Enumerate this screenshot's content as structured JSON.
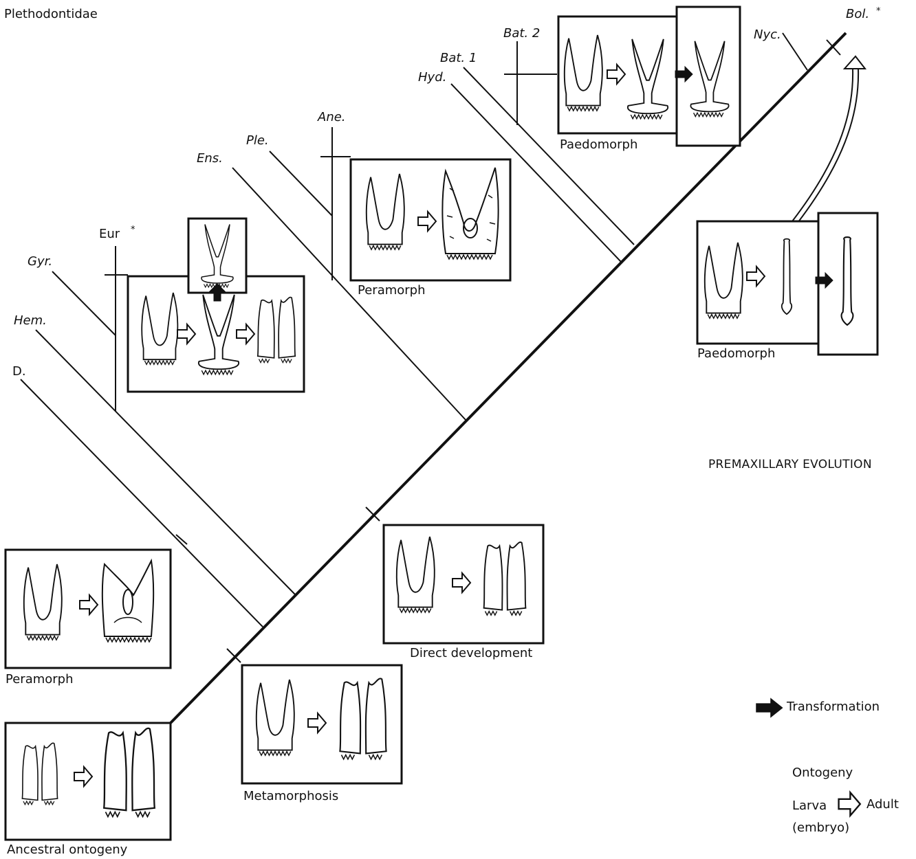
{
  "figure": {
    "family_label": "Plethodontidae",
    "section_title": "PREMAXILLARY EVOLUTION"
  },
  "taxa": {
    "bol": "Bol.",
    "bol_mark": "*",
    "nyc": "Nyc.",
    "bat2": "Bat. 2",
    "bat1": "Bat. 1",
    "hyd": "Hyd.",
    "ane": "Ane.",
    "ple": "Ple.",
    "ens": "Ens.",
    "eur": "Eur",
    "eur_mark": "*",
    "gyr": "Gyr.",
    "hem": "Hem.",
    "d": "D."
  },
  "captions": {
    "paedomorph_top": "Paedomorph",
    "paedomorph_right": "Paedomorph",
    "peramorph_mid": "Peramorph",
    "peramorph_left": "Peramorph",
    "direct_development": "Direct development",
    "metamorphosis": "Metamorphosis",
    "ancestral_ontogeny": "Ancestral ontogeny"
  },
  "legend": {
    "transformation": "Transformation",
    "ontogeny_title": "Ontogeny",
    "larva": "Larva",
    "embryo": "(embryo)",
    "adult": "Adult"
  },
  "colors": {
    "ink": "#111111",
    "paper": "#ffffff"
  }
}
